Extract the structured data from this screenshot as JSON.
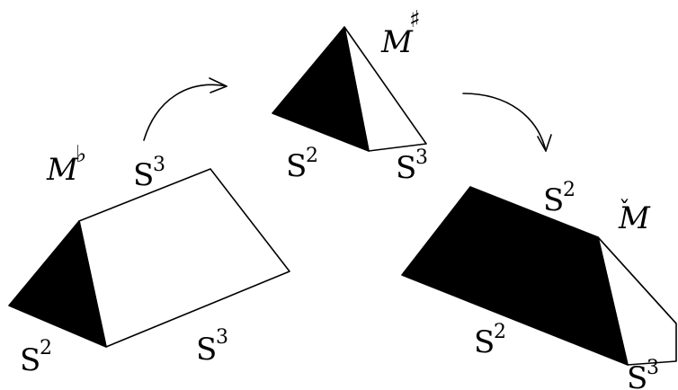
{
  "labels": {
    "m_flat": "M",
    "m_flat_symbol": "♭",
    "m_sharp": "M",
    "m_sharp_symbol": "♯",
    "m_check": "M",
    "m_check_symbol": "ˇ",
    "sphere_base": "S",
    "exp_2": "2",
    "exp_3": "3"
  },
  "colors": {
    "ink": "#000000",
    "paper": "#ffffff"
  }
}
